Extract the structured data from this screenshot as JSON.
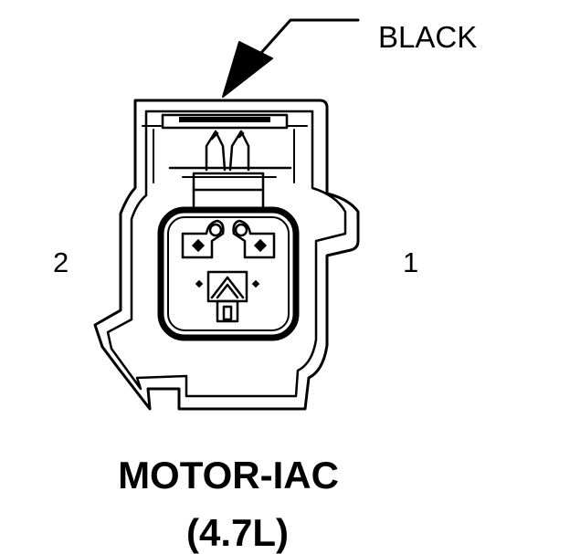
{
  "wire_color_label": "BLACK",
  "pins": {
    "left": "2",
    "right": "1"
  },
  "component_name": "MOTOR-IAC",
  "engine_variant": "(4.7L)",
  "colors": {
    "ink": "#000000",
    "paper": "#ffffff"
  }
}
